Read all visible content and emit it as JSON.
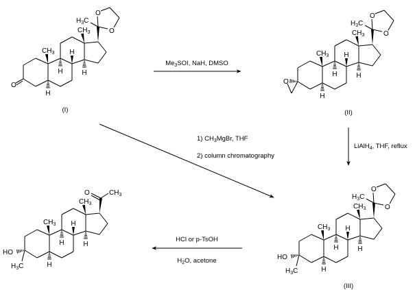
{
  "compounds": [
    {
      "id": "I",
      "label": "(I)",
      "c3_group": "ketone",
      "c17_group": "dioxolane",
      "atoms": {
        "ketone_O": "O",
        "c10_methyl": "CH3",
        "c13_methyl": "CH3",
        "c20_methyl": "H3C",
        "ring_O1": "O",
        "ring_O2": "O",
        "H5": "H",
        "H8": "H",
        "H9": "H",
        "H14": "H"
      }
    },
    {
      "id": "II",
      "label": "(II)",
      "c3_group": "spiro-epoxide",
      "c17_group": "dioxolane",
      "atoms": {
        "epoxide_O": "O",
        "c10_methyl": "CH3",
        "c13_methyl": "CH3",
        "c20_methyl": "H3C",
        "ring_O1": "O",
        "ring_O2": "O",
        "H5": "H",
        "H8": "H",
        "H9": "H",
        "H14": "H"
      }
    },
    {
      "id": "III",
      "label": "(III)",
      "c3_group": "3-hydroxy-3-methyl",
      "c17_group": "dioxolane",
      "atoms": {
        "hydroxyl": "HO",
        "c3_methyl": "H3C",
        "c10_methyl": "CH3",
        "c13_methyl": "CH3",
        "c20_methyl": "H3C",
        "ring_O1": "O",
        "ring_O2": "O",
        "H5": "H",
        "H8": "H",
        "H9": "H",
        "H14": "H"
      }
    },
    {
      "id": "IV",
      "label": "",
      "c3_group": "3-hydroxy-3-methyl",
      "c17_group": "acetyl",
      "atoms": {
        "hydroxyl": "HO",
        "c3_methyl": "H3C",
        "c10_methyl": "CH3",
        "c13_methyl": "CH3",
        "acetyl_O": "O",
        "acetyl_methyl": "CH3",
        "H5": "H",
        "H8": "H",
        "H9": "H",
        "H14": "H"
      }
    }
  ],
  "reactions": [
    {
      "from": "I",
      "to": "II",
      "direction": "right",
      "conditions": [
        "Me3SOI, NaH, DMSO"
      ]
    },
    {
      "from": "II",
      "to": "III",
      "direction": "down",
      "conditions": [
        "LiAlH4, THF, reflux"
      ]
    },
    {
      "from": "I",
      "to": "III",
      "direction": "diagonal",
      "conditions": [
        "1) CH3MgBr, THF",
        "2) column chromatography"
      ]
    },
    {
      "from": "III",
      "to": "IV",
      "direction": "left",
      "conditions": [
        "HCl or p-TsOH",
        "H2O, acetone"
      ]
    }
  ]
}
